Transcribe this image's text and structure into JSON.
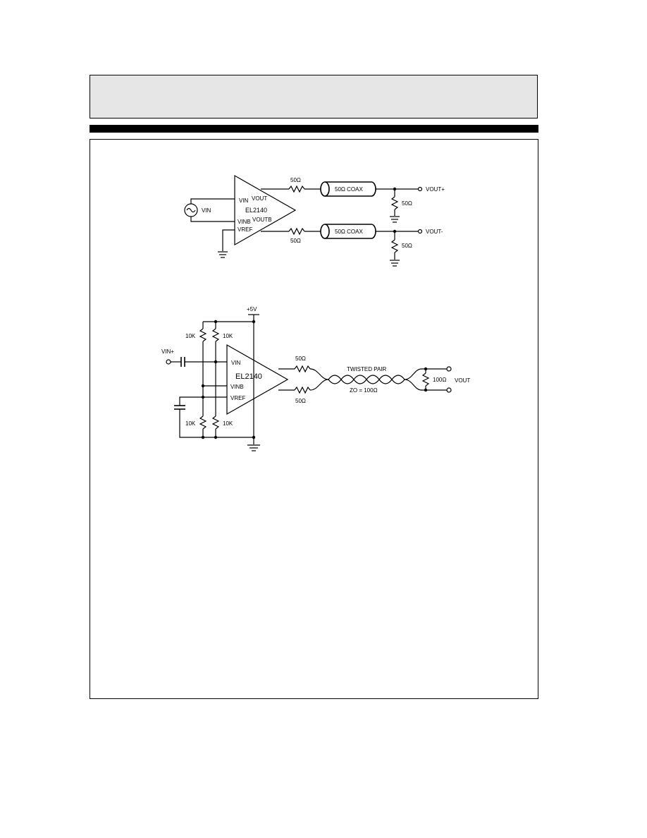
{
  "figure1": {
    "amp_part": "EL2140",
    "pin_vin": "VIN",
    "pin_vout": "VOUT",
    "pin_vinb": "VINB",
    "pin_voutb": "VOUTB",
    "pin_vref": "VREF",
    "source_label": "VIN",
    "r_series_top": "50Ω",
    "r_series_bottom": "50Ω",
    "coax_top": "50Ω COAX",
    "coax_bottom": "50Ω COAX",
    "r_term_top": "50Ω",
    "r_term_bottom": "50Ω",
    "out_top": "VOUT+",
    "out_bottom": "VOUT-"
  },
  "figure2": {
    "supply": "+5V",
    "r_bias_1": "10K",
    "r_bias_2": "10K",
    "r_bias_3": "10K",
    "r_bias_4": "10K",
    "input_label": "VIN+",
    "amp_part": "EL2140",
    "pin_vin": "VIN",
    "pin_vinb": "VINB",
    "pin_vref": "VREF",
    "r_series_top": "50Ω",
    "r_series_bottom": "50Ω",
    "pair_label": "TWISTED PAIR",
    "pair_impedance": "ZO = 100Ω",
    "r_load": "100Ω",
    "out_label": "VOUT"
  }
}
